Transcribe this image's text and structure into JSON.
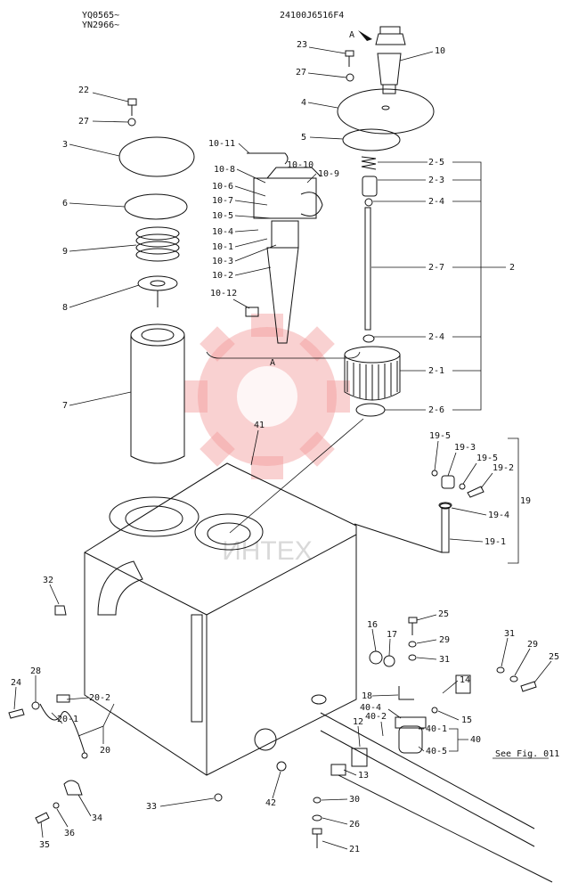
{
  "header": {
    "serial_range_1": "YQ0565~",
    "serial_range_2": "YN2966~",
    "drawing_code": "24100J6516F4"
  },
  "view_label": "A",
  "view_caption": "A",
  "reference_note": "See Fig. 011",
  "watermark_text": "ИНТЕХ",
  "watermark_color": "#f29a9a",
  "callouts": {
    "c23": "23",
    "c10": "10",
    "c27a": "27",
    "c4": "4",
    "c5": "5",
    "c22": "22",
    "c27b": "27",
    "c3": "3",
    "c6": "6",
    "c9": "9",
    "c8": "8",
    "c7": "7",
    "c10_11": "10-11",
    "c10_10": "10-10",
    "c10_9": "10-9",
    "c10_8": "10-8",
    "c10_6": "10-6",
    "c10_7": "10-7",
    "c10_5": "10-5",
    "c10_4": "10-4",
    "c10_1": "10-1",
    "c10_3": "10-3",
    "c10_2": "10-2",
    "c10_12": "10-12",
    "c2_5": "2-5",
    "c2_3": "2-3",
    "c2_4a": "2-4",
    "c2_7": "2-7",
    "c2": "2",
    "c2_4b": "2-4",
    "c2_1": "2-1",
    "c2_6": "2-6",
    "c41": "41",
    "c19_5a": "19-5",
    "c19_3": "19-3",
    "c19_5b": "19-5",
    "c19_2": "19-2",
    "c19": "19",
    "c19_4": "19-4",
    "c19_1": "19-1",
    "c32": "32",
    "c25a": "25",
    "c16": "16",
    "c17": "17",
    "c29a": "29",
    "c31a": "31",
    "c31b": "31",
    "c29b": "29",
    "c25b": "25",
    "c28": "28",
    "c24": "24",
    "c20_2": "20-2",
    "c20_1": "20-1",
    "c20": "20",
    "c14": "14",
    "c18": "18",
    "c15": "15",
    "c40_4": "40-4",
    "c40_2": "40-2",
    "c12": "12",
    "c40_1": "40-1",
    "c40": "40",
    "c40_5": "40-5",
    "c13": "13",
    "c34": "34",
    "c33": "33",
    "c42": "42",
    "c30": "30",
    "c26": "26",
    "c35": "35",
    "c36": "36",
    "c21": "21"
  }
}
